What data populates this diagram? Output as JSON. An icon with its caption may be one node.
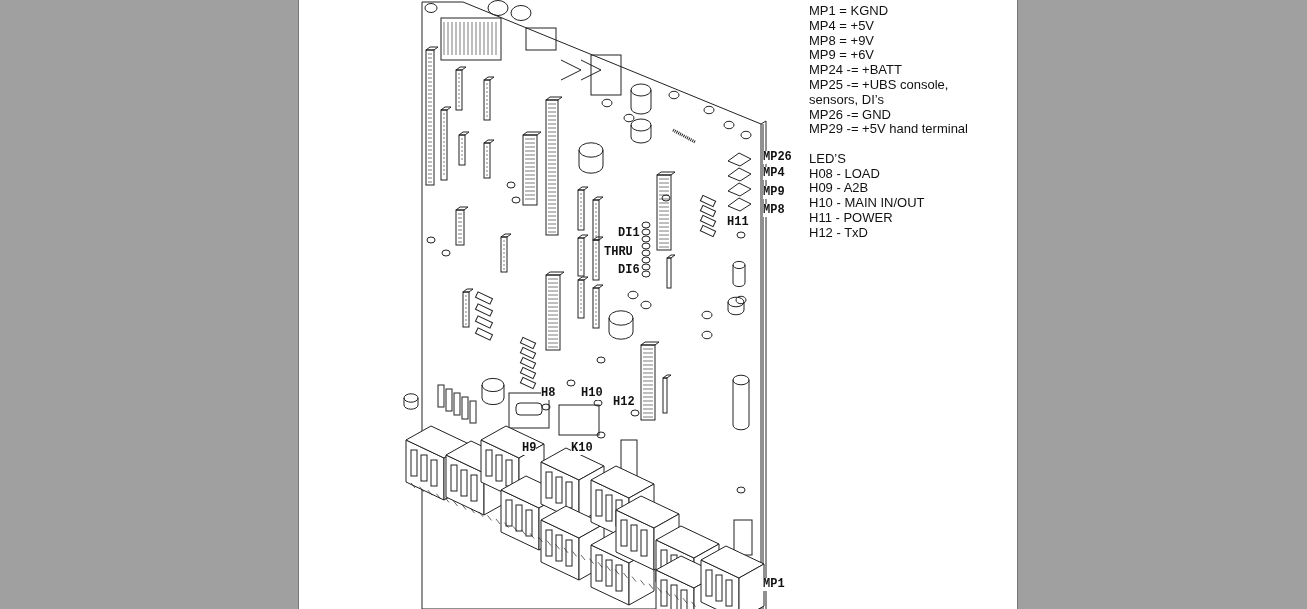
{
  "diagram": {
    "labels": [
      "MP1 = KGND",
      "MP4 = +5V",
      "MP8 = +9V",
      "MP9 = +6V",
      "MP24 -= +BATT",
      "MP25 -= +UBS console, sensors, DI’s",
      "MP26 -= GND",
      "MP29 -= +5V hand terminal",
      "LED’S",
      "H08 - LOAD",
      "H09 - A2B",
      "H10 - MAIN IN/OUT",
      "H11 - POWER",
      "H12 - TxD",
      "MP26",
      "MP4",
      "MP9",
      "MP8",
      "H11",
      "DI1",
      "THRU",
      "DI6",
      "H8",
      "H10",
      "H12",
      "H9",
      "K10",
      "MP1"
    ]
  }
}
